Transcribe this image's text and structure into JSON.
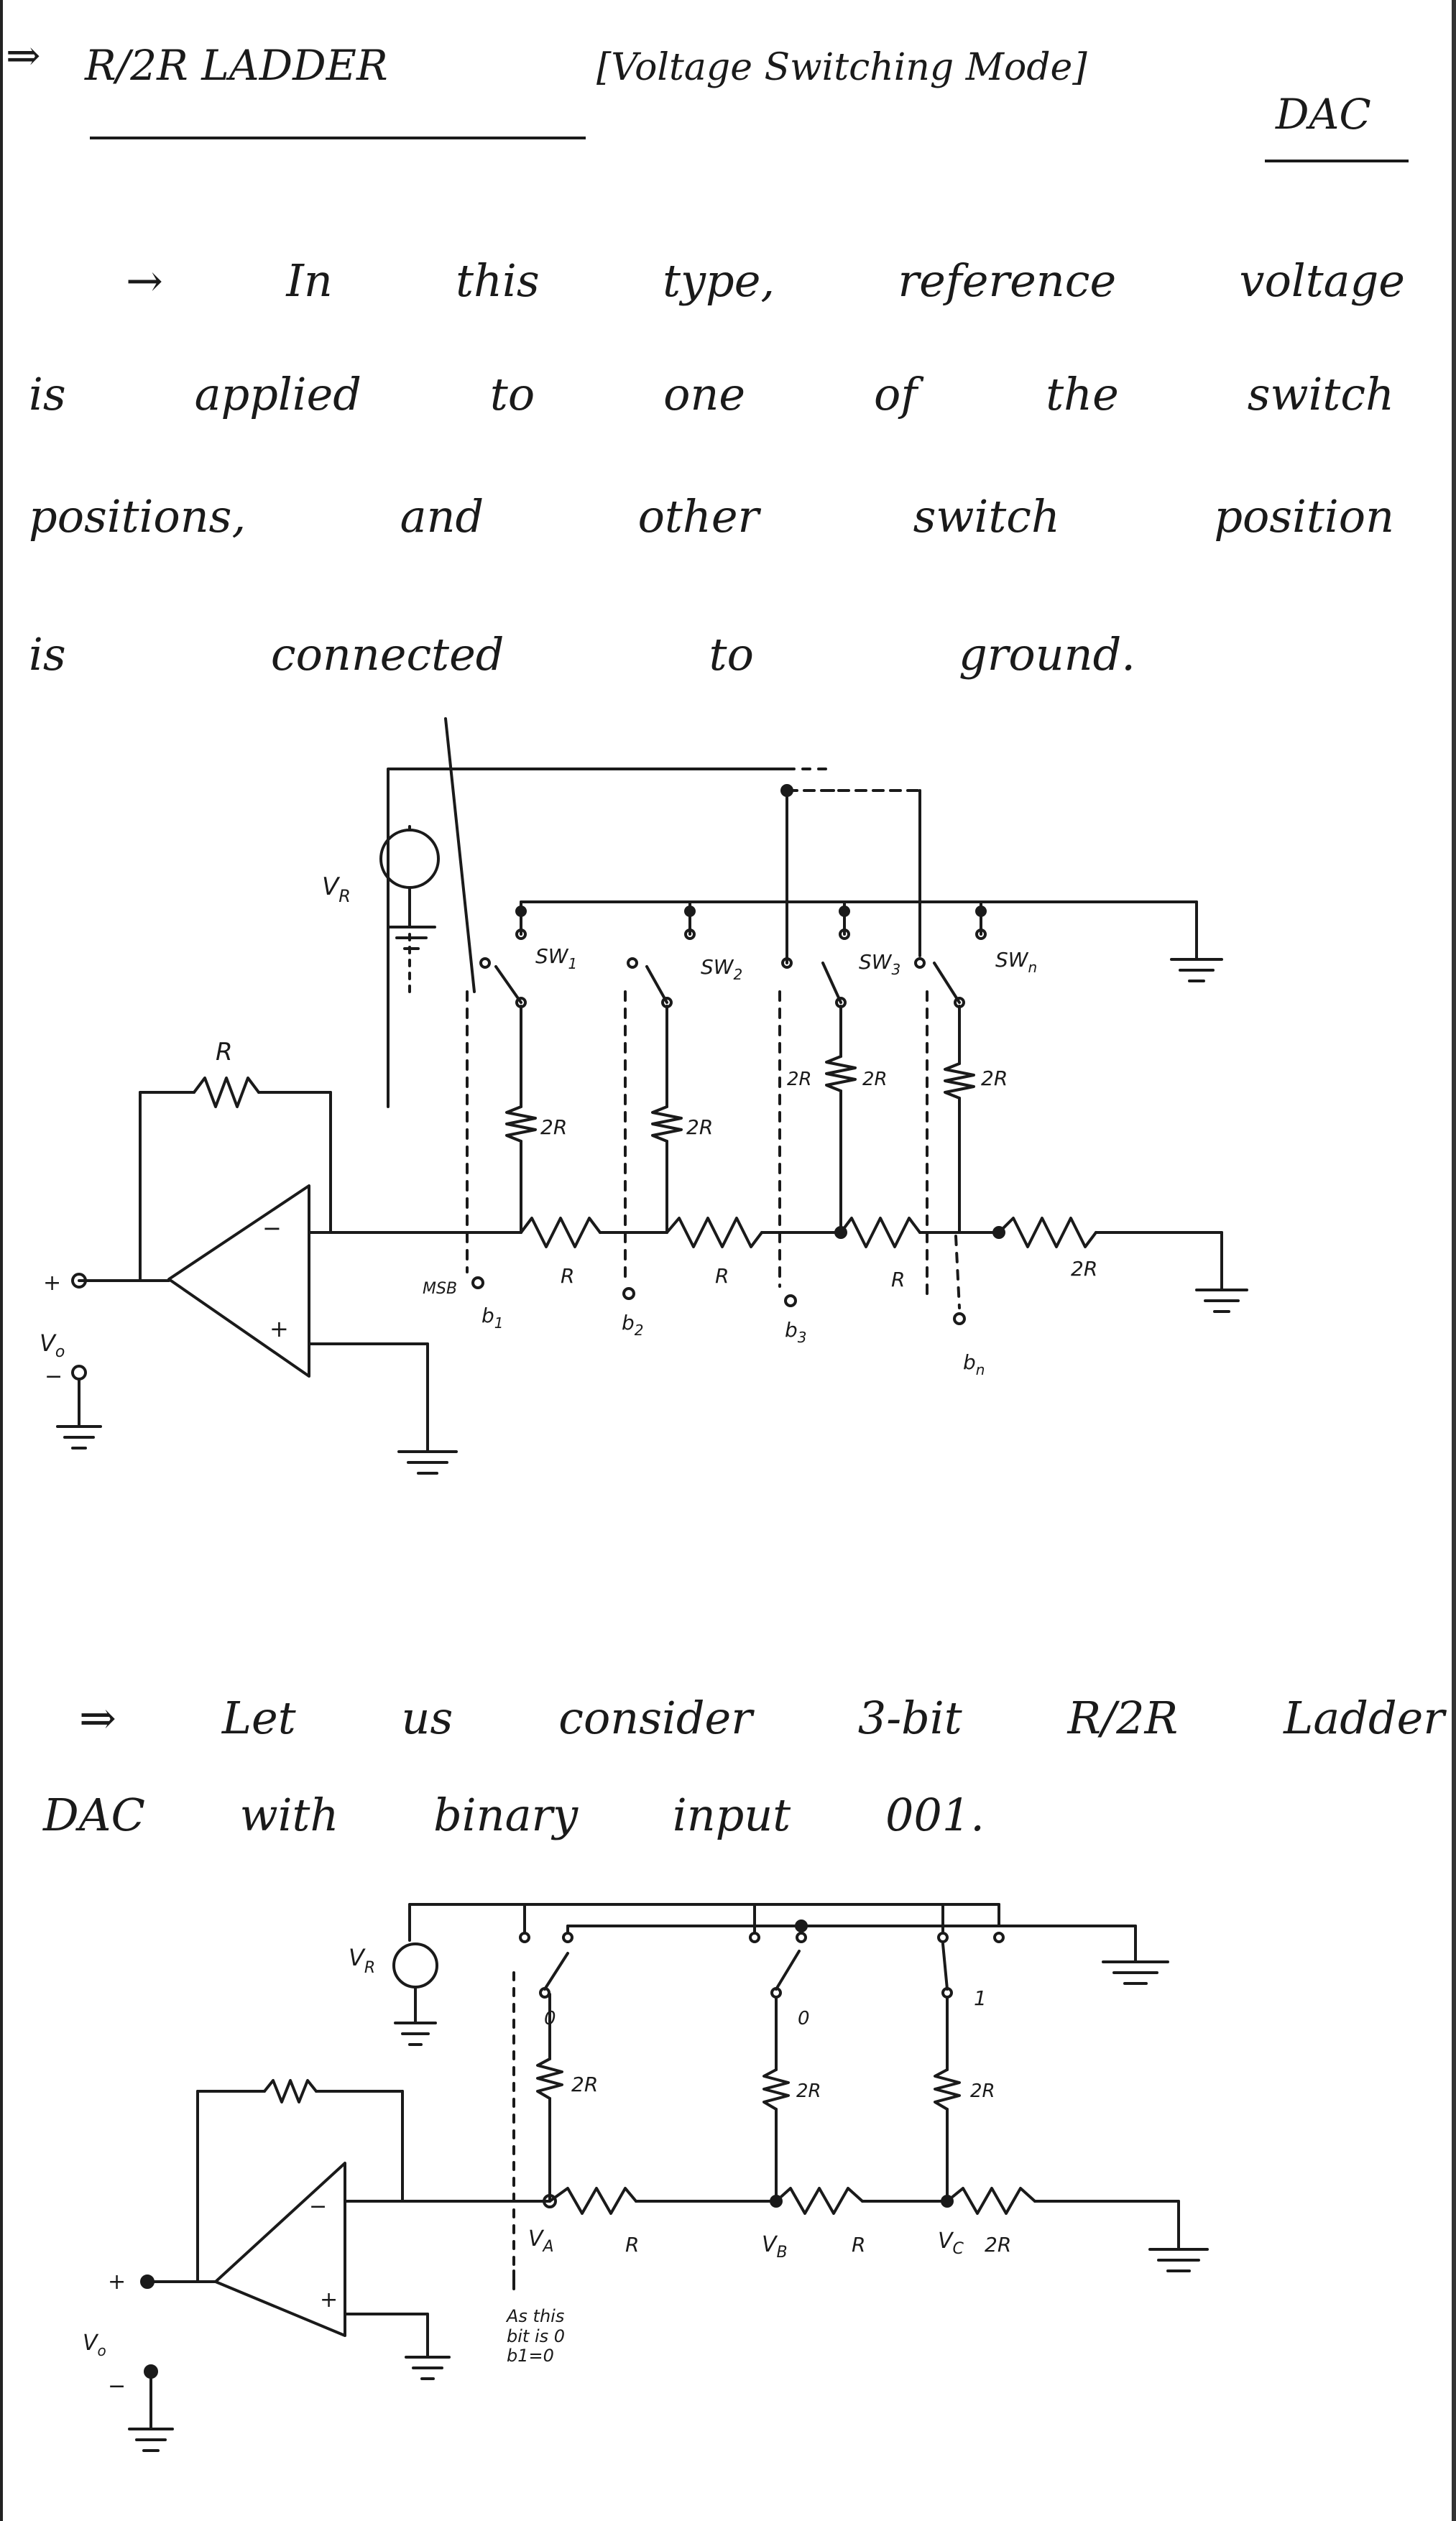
{
  "title": {
    "arrow": "⇒",
    "main": "R/2R LADDER",
    "bracket": "[Voltage Switching Mode]",
    "suffix": "DAC"
  },
  "paragraph1": [
    "→ In this type, reference voltage",
    "is applied to one of the switch",
    "positions, and other switch position",
    "is connected to ground."
  ],
  "diagram1": {
    "labels": {
      "vr": "V",
      "vr_sub": "R",
      "sw1": "SW",
      "sw1_sub": "1",
      "sw2": "SW",
      "sw2_sub": "2",
      "sw3": "SW",
      "sw3_sub": "3",
      "swn": "SW",
      "swn_sub": "n",
      "r_feedback": "R",
      "r_2r_1": "2R",
      "r_2r_2": "2R",
      "r_2r_3a": "2R",
      "r_2r_3b": "2R",
      "r_2r_4": "2R",
      "r_series_1": "R",
      "r_series_2": "R",
      "r_series_3": "R",
      "r_series_4": "2R",
      "msb": "MSB",
      "b1": "b",
      "b1_sub": "1",
      "b2": "b",
      "b2_sub": "2",
      "b3": "b",
      "b3_sub": "3",
      "bn": "b",
      "bn_sub": "n",
      "vo_plus": "+",
      "vo": "V",
      "vo_sub": "o",
      "vo_minus": "−",
      "opamp_minus": "−",
      "opamp_plus": "+"
    }
  },
  "paragraph2": [
    "⇒ Let us consider 3-bit R/2R Ladder",
    "DAC with binary input 001."
  ],
  "diagram2": {
    "labels": {
      "vr": "V",
      "vr_sub": "R",
      "bit0a": "0",
      "bit0b": "0",
      "bit1": "1",
      "r_2r_a": "2R",
      "r_2r_b": "2R",
      "r_2r_c": "2R",
      "va": "V",
      "va_sub": "A",
      "vb": "V",
      "vb_sub": "B",
      "vc": "V",
      "vc_sub": "C",
      "r_s1": "R",
      "r_s2": "R",
      "r_s3": "2R",
      "vo_plus": "+",
      "vo": "V",
      "vo_sub": "o",
      "vo_minus": "−",
      "opamp_minus": "−",
      "opamp_plus": "+"
    },
    "note": [
      "As this",
      "bit is 0",
      "b1=0"
    ]
  }
}
